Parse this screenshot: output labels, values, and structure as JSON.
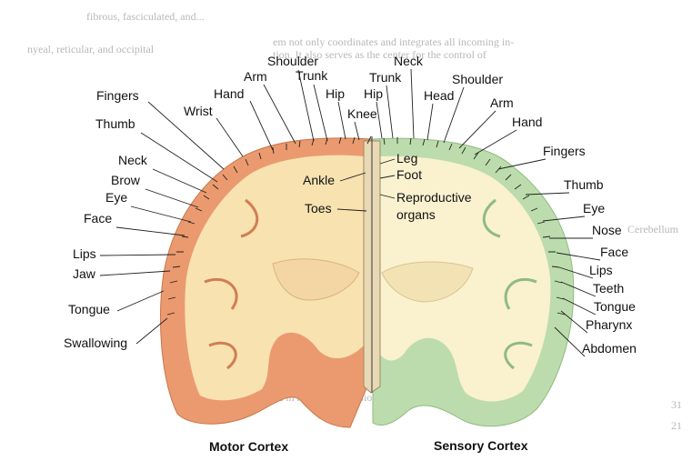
{
  "motor_labels": [
    "Fingers",
    "Wrist",
    "Hand",
    "Arm",
    "Shoulder",
    "Trunk",
    "Hip",
    "Knee",
    "Thumb",
    "Neck",
    "Brow",
    "Eye",
    "Face",
    "Lips",
    "Jaw",
    "Tongue",
    "Swallowing",
    "Ankle",
    "Toes"
  ],
  "sensory_labels": [
    "Neck",
    "Trunk",
    "Hip",
    "Head",
    "Shoulder",
    "Arm",
    "Hand",
    "Fingers",
    "Thumb",
    "Eye",
    "Nose",
    "Face",
    "Lips",
    "Teeth",
    "Tongue",
    "Pharynx",
    "Abdomen",
    "Leg",
    "Foot",
    "Reproductive",
    "organs"
  ],
  "captions": {
    "motor": "Motor Cortex",
    "sensory": "Sensory Cortex"
  },
  "background_text": {
    "top_left": "fibrous, fasciculated, and...",
    "left": "nyeal, reticular, and occipital",
    "left_margin": "Cerebellum",
    "right_lines": [
      "em not only coordinates and integrates all incoming in-",
      "tion. It also serves as the center for the control of",
      "ed in hearing and vision."
    ],
    "page_numbers": [
      "31",
      "21"
    ]
  },
  "colors": {
    "motor_cortex": "#eb9a6f",
    "motor_white_matter": "#f7e2b0",
    "sensory_cortex": "#bcdcad",
    "sensory_white_matter": "#faf1cf",
    "medulla": "#e8d8b4"
  }
}
